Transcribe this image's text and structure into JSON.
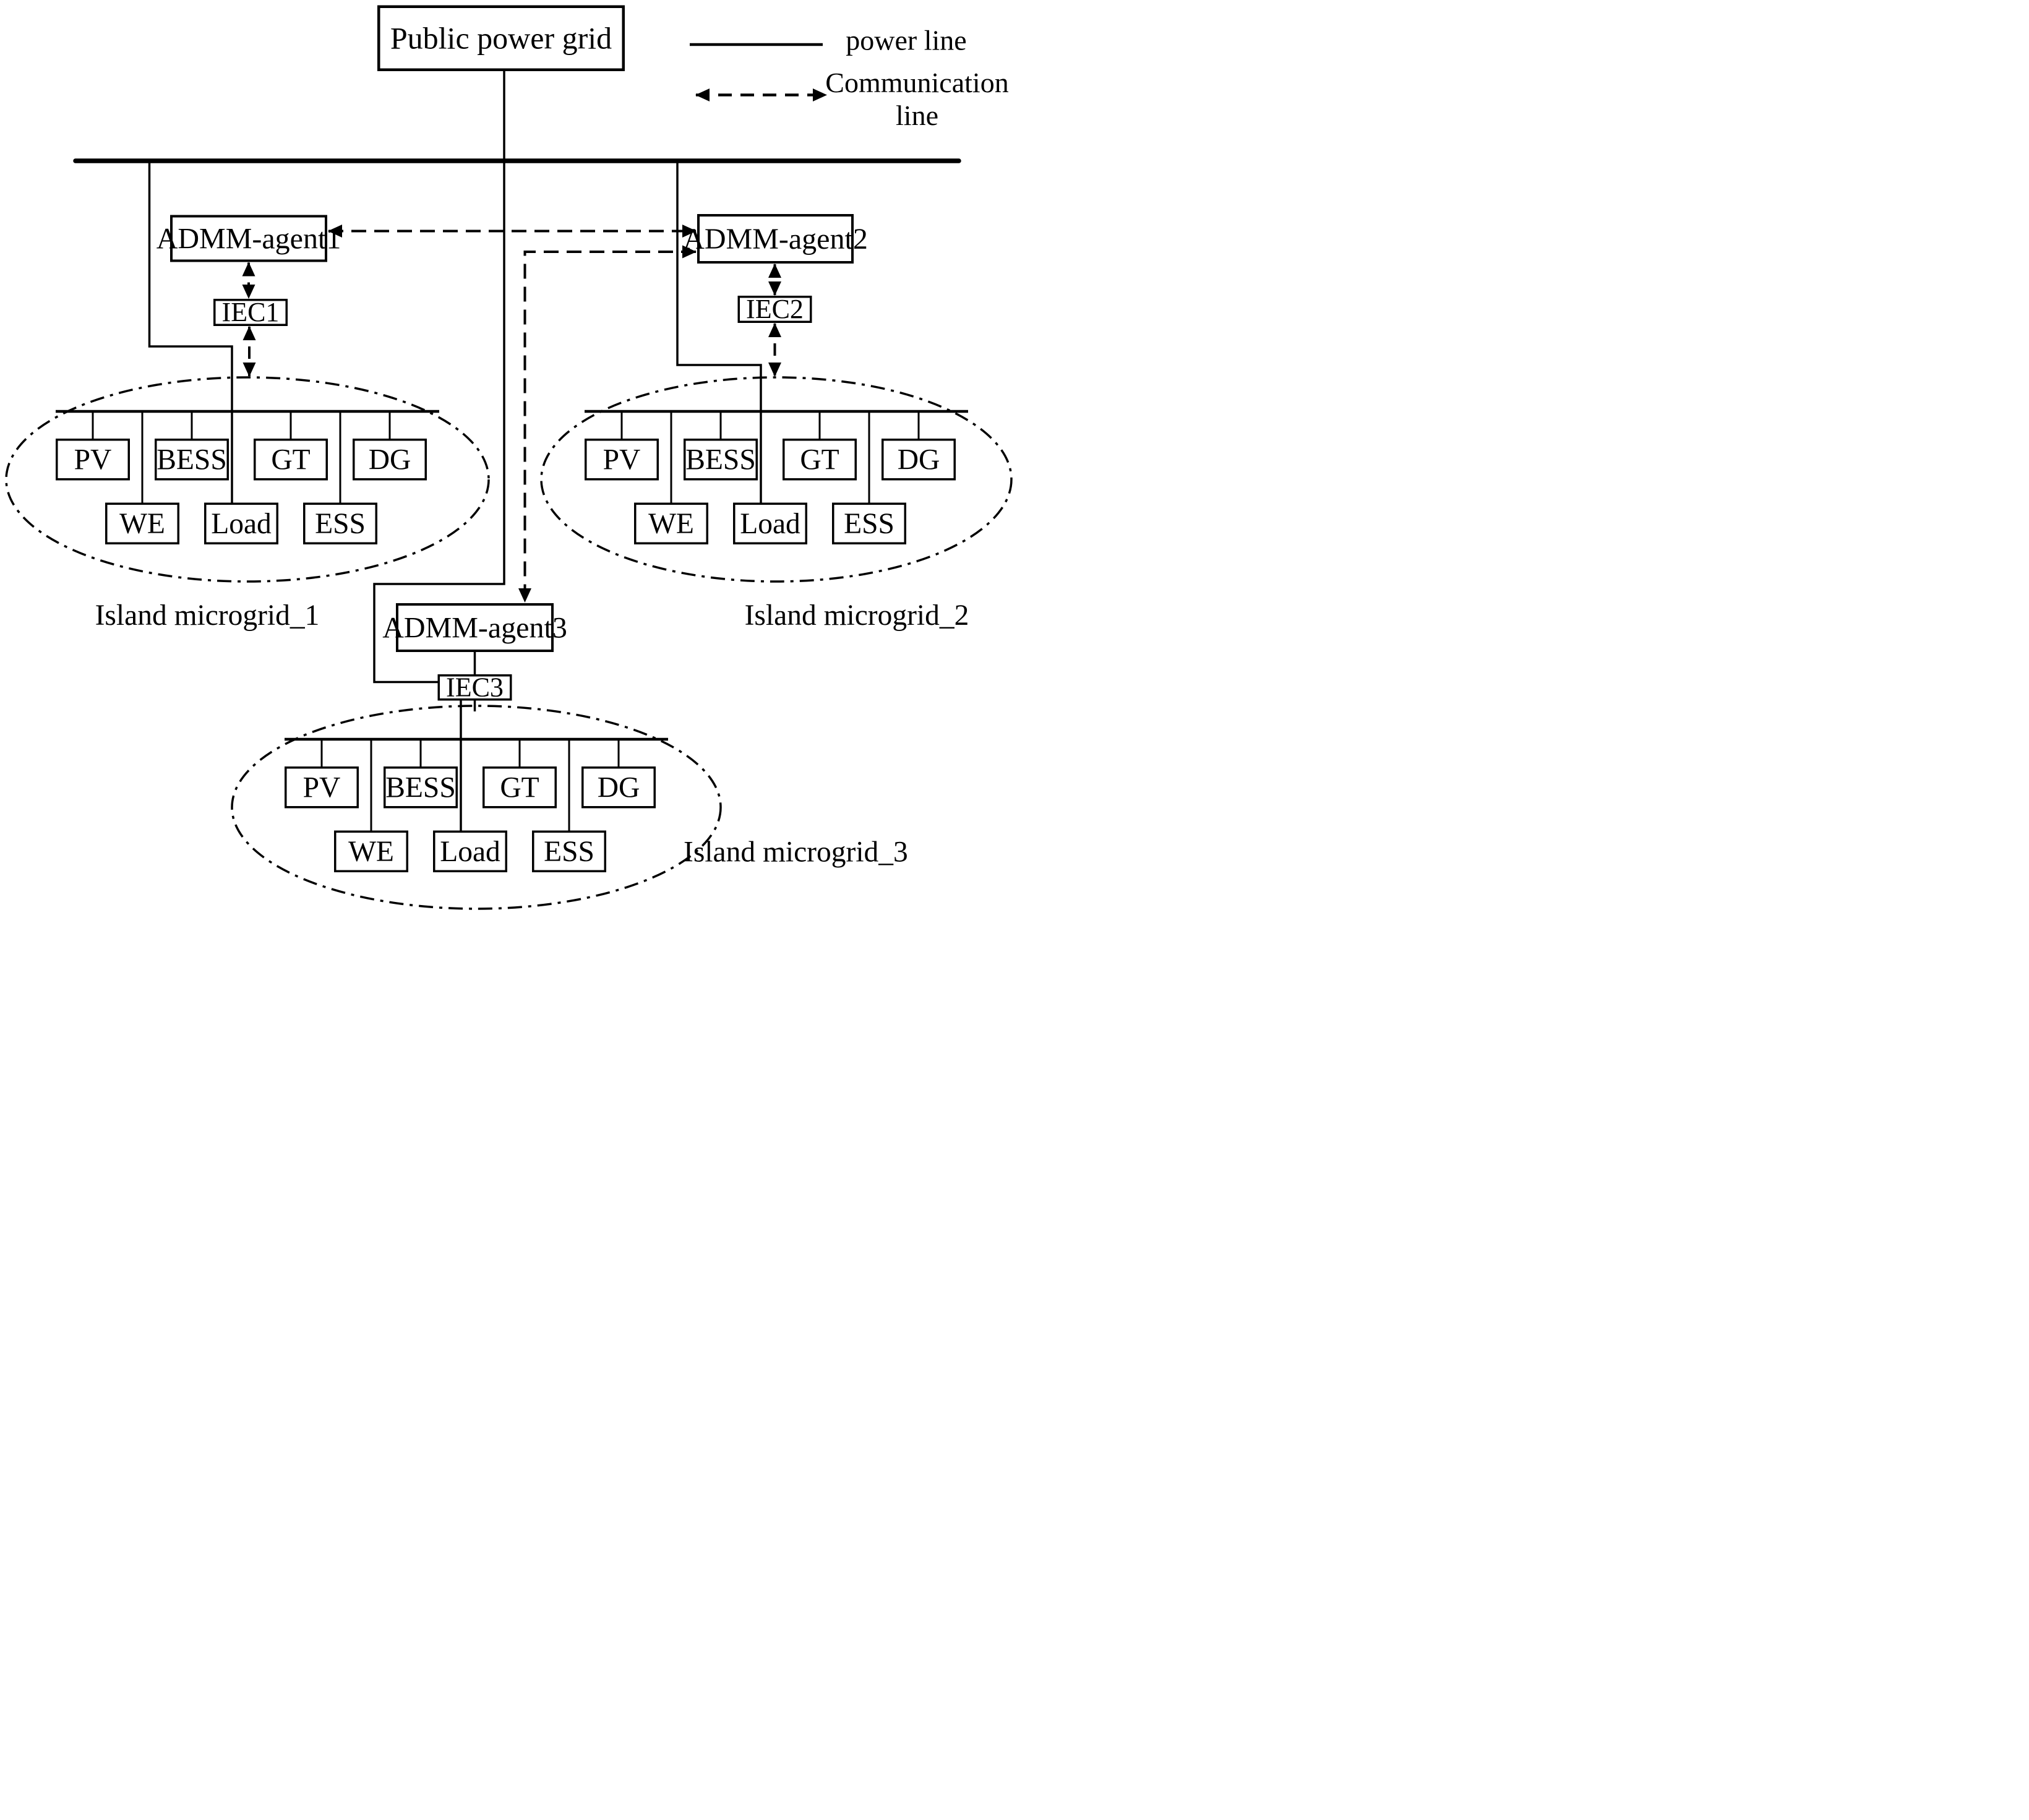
{
  "title_box": {
    "label": "Public power grid"
  },
  "legend": {
    "power_line_label": "power line",
    "communication_line1": "Communication",
    "communication_line2": "line"
  },
  "agents": [
    {
      "label": "ADMM-agent1"
    },
    {
      "label": "ADMM-agent2"
    },
    {
      "label": "ADMM-agent3"
    }
  ],
  "iecs": [
    {
      "label": "IEC1"
    },
    {
      "label": "IEC2"
    },
    {
      "label": "IEC3"
    }
  ],
  "microgrids": [
    {
      "label": "Island microgrid_1",
      "devices_top": [
        "PV",
        "BESS",
        "GT",
        "DG"
      ],
      "devices_bottom": [
        "WE",
        "Load",
        "ESS"
      ]
    },
    {
      "label": "Island microgrid_2",
      "devices_top": [
        "PV",
        "BESS",
        "GT",
        "DG"
      ],
      "devices_bottom": [
        "WE",
        "Load",
        "ESS"
      ]
    },
    {
      "label": "Island microgrid_3",
      "devices_top": [
        "PV",
        "BESS",
        "GT",
        "DG"
      ],
      "devices_bottom": [
        "WE",
        "Load",
        "ESS"
      ]
    }
  ],
  "colors": {
    "background": "#ffffff",
    "ink": "#000000"
  }
}
